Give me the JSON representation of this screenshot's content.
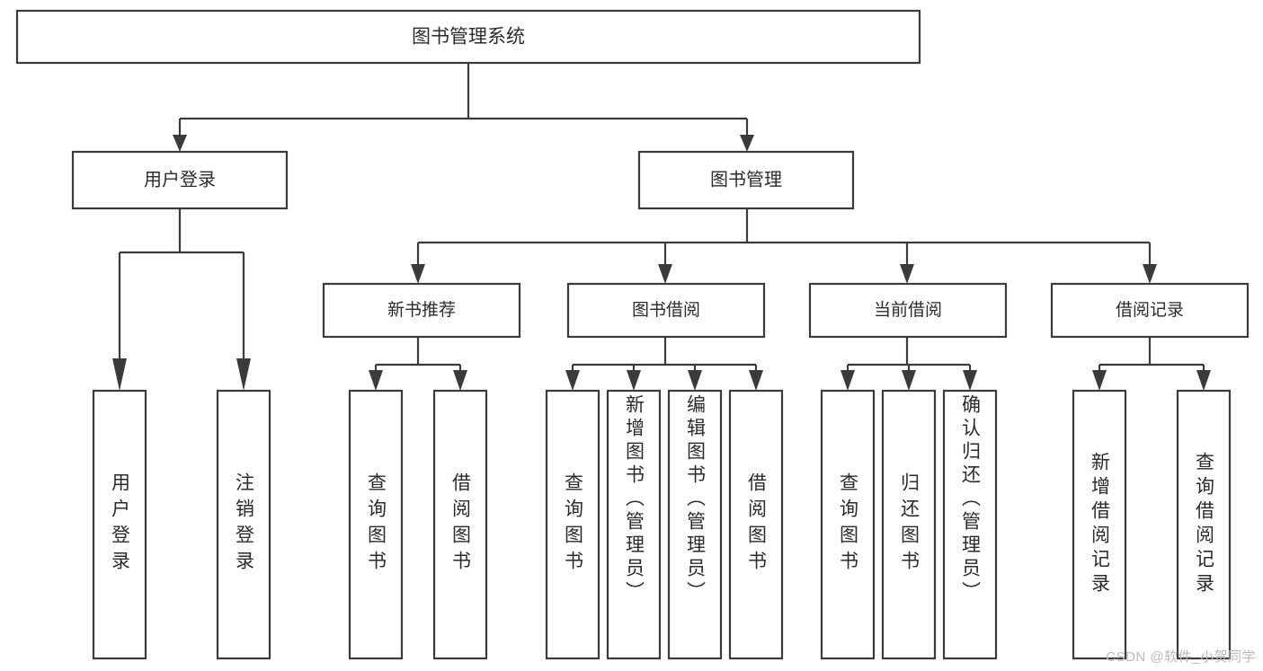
{
  "diagram": {
    "title": "图书管理系统",
    "type": "tree",
    "watermark": "CSDN @软件_小贺同学",
    "colors": {
      "stroke": "#3b3b3b",
      "fill": "#ffffff",
      "text": "#2b2b2b",
      "watermark": "#b9b9b9",
      "background": "#ffffff"
    },
    "root": {
      "label": "图书管理系统",
      "children": [
        {
          "label": "用户登录",
          "children": [
            {
              "label": "用户登录",
              "orientation": "vertical"
            },
            {
              "label": "注销登录",
              "orientation": "vertical"
            }
          ]
        },
        {
          "label": "图书管理",
          "children": [
            {
              "label": "新书推荐",
              "children": [
                {
                  "label": "查询图书",
                  "orientation": "vertical"
                },
                {
                  "label": "借阅图书",
                  "orientation": "vertical"
                }
              ]
            },
            {
              "label": "图书借阅",
              "children": [
                {
                  "label": "查询图书",
                  "orientation": "vertical"
                },
                {
                  "label": "新增图书（管理员）",
                  "orientation": "vertical"
                },
                {
                  "label": "编辑图书（管理员）",
                  "orientation": "vertical"
                },
                {
                  "label": "借阅图书",
                  "orientation": "vertical"
                }
              ]
            },
            {
              "label": "当前借阅",
              "children": [
                {
                  "label": "查询图书",
                  "orientation": "vertical"
                },
                {
                  "label": "归还图书",
                  "orientation": "vertical"
                },
                {
                  "label": "确认归还（管理员）",
                  "orientation": "vertical"
                }
              ]
            },
            {
              "label": "借阅记录",
              "children": [
                {
                  "label": "新增借阅记录",
                  "orientation": "vertical"
                },
                {
                  "label": "查询借阅记录",
                  "orientation": "vertical"
                }
              ]
            }
          ]
        }
      ]
    },
    "nodes": {
      "root": "图书管理系统",
      "user_login": "用户登录",
      "book_manage": "图书管理",
      "new_book_rec": "新书推荐",
      "book_borrow": "图书借阅",
      "current_borrow": "当前借阅",
      "borrow_record": "借阅记录",
      "leaf_user_login": "用户登录",
      "leaf_logout": "注销登录",
      "leaf_query_book_a": "查询图书",
      "leaf_borrow_book_a": "借阅图书",
      "leaf_query_book_b": "查询图书",
      "leaf_add_book": "新增图书（管理员）",
      "leaf_edit_book": "编辑图书（管理员）",
      "leaf_borrow_book_b": "借阅图书",
      "leaf_query_book_c": "查询图书",
      "leaf_return_book": "归还图书",
      "leaf_confirm_return": "确认归还（管理员）",
      "leaf_add_record": "新增借阅记录",
      "leaf_query_record": "查询借阅记录"
    }
  }
}
